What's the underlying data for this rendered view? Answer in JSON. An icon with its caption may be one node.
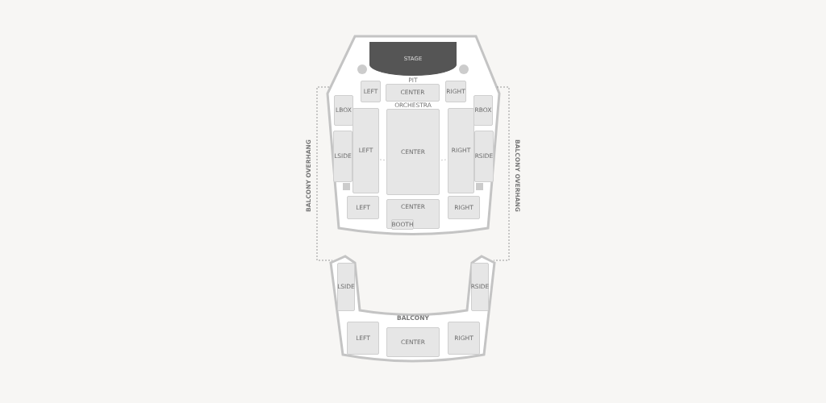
{
  "diagram": {
    "nodes": [
      {
        "text": [
          "STAGE"
        ]
      },
      {
        "text": [
          "LEFT"
        ]
      },
      {
        "text": [
          "CENTER"
        ]
      },
      {
        "text": [
          "RIGHT"
        ]
      },
      {
        "text": [
          "LBOX"
        ]
      },
      {
        "text": [
          "RBOX"
        ]
      },
      {
        "text": [
          "LEFT"
        ]
      },
      {
        "text": [
          "CENTER"
        ]
      },
      {
        "text": [
          "RIGHT"
        ]
      },
      {
        "text": [
          "LSIDE"
        ]
      },
      {
        "text": [
          "RSIDE"
        ]
      },
      {
        "text": [
          "LEFT"
        ]
      },
      {
        "text": [
          "CENTER"
        ]
      },
      {
        "text": [
          "BOOTH"
        ],
        "in": 12
      },
      {
        "text": [
          "RIGHT"
        ]
      },
      {
        "text": [
          "LSIDE"
        ]
      },
      {
        "text": [
          "RSIDE"
        ]
      },
      {
        "text": [
          "LEFT"
        ]
      },
      {
        "text": [
          "CENTER"
        ]
      },
      {
        "text": [
          "RIGHT"
        ]
      }
    ],
    "labels": [
      "PIT",
      "ORCHESTRA",
      "BALCONY OVERHANG",
      "BALCONY OVERHANG",
      "BALCONY"
    ]
  }
}
